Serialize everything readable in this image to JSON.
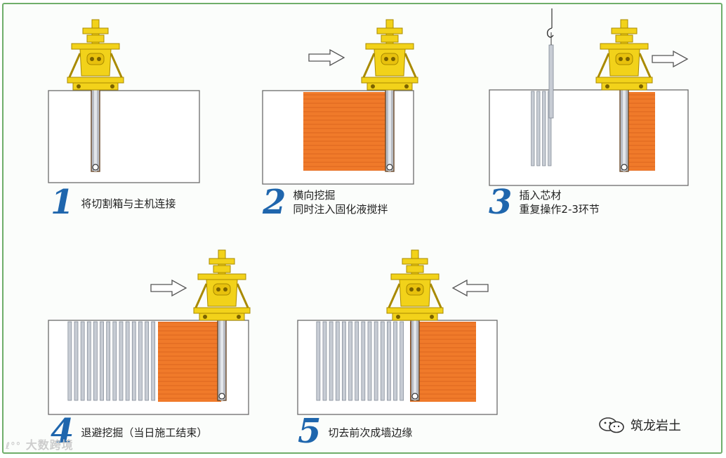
{
  "steps": [
    {
      "num": "1",
      "lines": [
        "将切割箱与主机连接"
      ]
    },
    {
      "num": "2",
      "lines": [
        "横向挖掘",
        "同时注入固化液搅拌"
      ]
    },
    {
      "num": "3",
      "lines": [
        "插入芯材",
        "重复操作2-3环节"
      ]
    },
    {
      "num": "4",
      "lines": [
        "退避挖掘（当日施工结束）"
      ]
    },
    {
      "num": "5",
      "lines": [
        "切去前次成墙边缘"
      ]
    }
  ],
  "brand": {
    "name": "筑龙岩土",
    "icon": "wechat-icon"
  },
  "watermark": "大数跨境",
  "colors": {
    "machine": "#f2d21a",
    "machine_edge": "#a98a00",
    "slurry": "#f07a2a",
    "core": "#c7ccd4",
    "ground_border": "#6b6b6b",
    "number": "#1f66ad",
    "frame": "#6fae6a"
  }
}
